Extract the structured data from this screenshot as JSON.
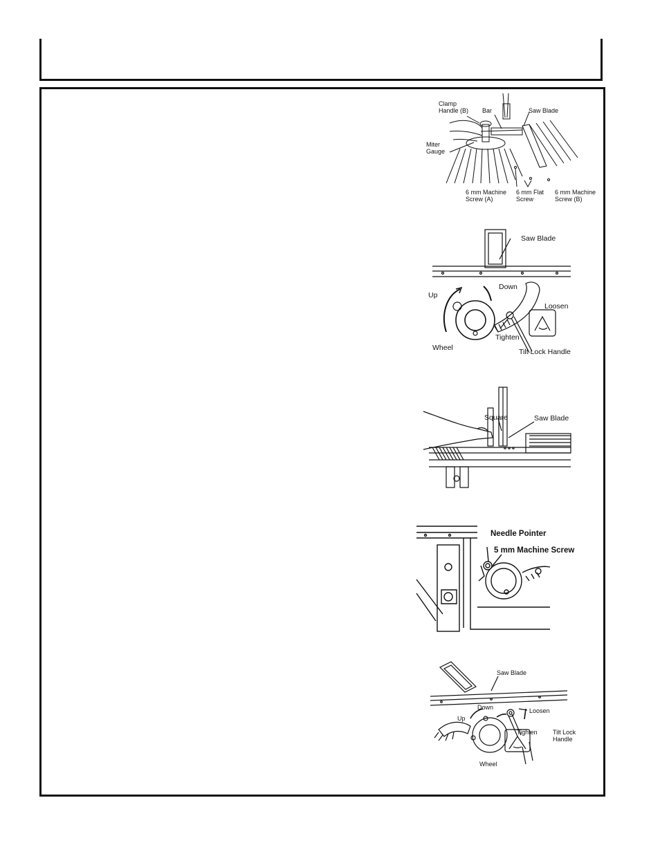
{
  "figures": [
    {
      "id": "fig1",
      "labels": {
        "clamp_handle": "Clamp\nHandle (B)",
        "bar": "Bar",
        "saw_blade": "Saw Blade",
        "miter_gauge": "Miter\nGauge",
        "screw_a": "6 mm Machine\nScrew (A)",
        "flat_screw": "6 mm Flat\nScrew",
        "screw_b": "6 mm Machine\nScrew (B)"
      }
    },
    {
      "id": "fig2",
      "labels": {
        "saw_blade": "Saw Blade",
        "down": "Down",
        "up": "Up",
        "loosen": "Loosen",
        "tighten": "Tighten",
        "wheel": "Wheel",
        "tilt_lock_handle": "Tilt Lock Handle"
      }
    },
    {
      "id": "fig3",
      "labels": {
        "square": "Square",
        "saw_blade": "Saw Blade"
      }
    },
    {
      "id": "fig4",
      "labels": {
        "needle_pointer": "Needle Pointer",
        "machine_screw": "5 mm Machine Screw"
      }
    },
    {
      "id": "fig5",
      "labels": {
        "saw_blade": "Saw Blade",
        "down": "Down",
        "up": "Up",
        "loosen": "Loosen",
        "tighten": "Tighten",
        "tilt_lock_handle": "Tilt Lock\nHandle",
        "wheel": "Wheel"
      }
    }
  ]
}
